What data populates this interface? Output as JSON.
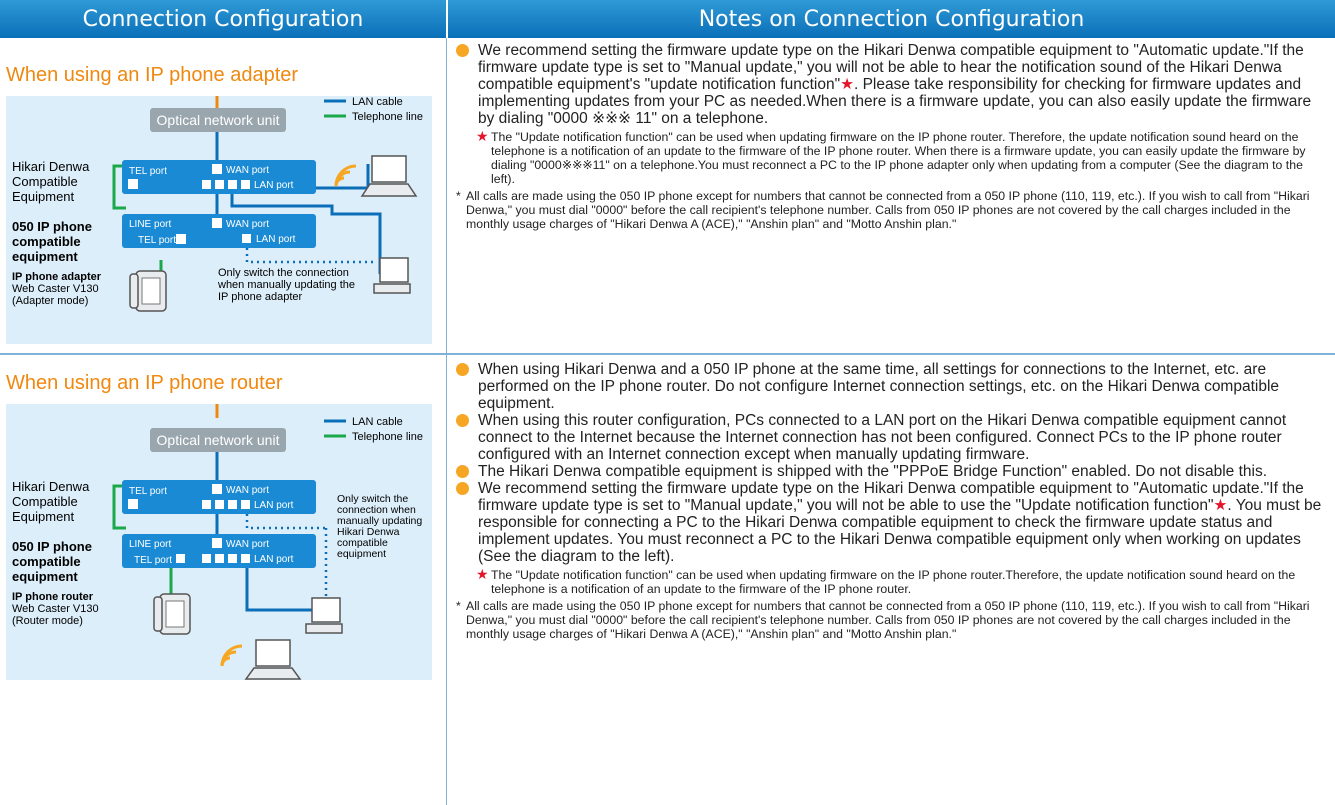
{
  "headers": {
    "left": "Connection Configuration",
    "right": "Notes on Connection Configuration"
  },
  "section1": {
    "title": "When using an IP phone adapter",
    "diagram": {
      "legend_lan": "LAN cable",
      "legend_tel": "Telephone line",
      "onu": "Optical network unit",
      "device1_label": [
        "Hikari Denwa",
        "Compatible",
        "Equipment"
      ],
      "device1_tel": "TEL port",
      "device1_wan": "WAN port",
      "device1_lan": "LAN port",
      "device2_label": [
        "050 IP phone",
        "compatible",
        "equipment"
      ],
      "device2_line": "LINE port",
      "device2_wan": "WAN port",
      "device2_tel": "TEL port",
      "device2_lan": "LAN port",
      "model_label": [
        "IP phone adapter",
        "Web Caster V130",
        "(Adapter mode)"
      ],
      "switch_note": [
        "Only switch the connection",
        "when manually updating the",
        "IP phone adapter"
      ]
    },
    "notes": [
      "We recommend setting the firmware update type on the Hikari Denwa compatible equipment to \"Automatic update.\"If the firmware update type is set to \"Manual update,\" you will not be able to hear the notification sound of the Hikari Denwa compatible equipment's \"update notification function\"",
      ". Please take responsibility for checking for firmware updates and implementing updates from your PC as needed.When there is a firmware update, you can also easily update the firmware by dialing \"0000 ※※※ 11\" on a telephone."
    ],
    "star_note": "The \"Update notification function\" can be used when updating firmware on the IP phone router. Therefore, the update notification sound heard on the telephone is a notification of an update to the firmware of the IP phone router. When there is a firmware update, you can easily update the firmware by dialing \"0000※※※11\" on a telephone.You must reconnect a PC to the IP phone adapter only when updating from a computer (See the diagram to the left).",
    "footnote": "All calls are made using the 050 IP phone except for numbers that cannot be connected from a 050 IP phone (110, 119, etc.). If you wish to call from \"Hikari Denwa,\" you must dial \"0000\" before the call recipient's telephone number. Calls from 050 IP phones are not covered by the call charges included in the monthly usage charges of \"Hikari Denwa A (ACE),\" \"Anshin plan\" and \"Motto Anshin plan.\""
  },
  "section2": {
    "title": "When using an IP phone router",
    "diagram": {
      "legend_lan": "LAN cable",
      "legend_tel": "Telephone line",
      "onu": "Optical network unit",
      "device1_label": [
        "Hikari Denwa",
        "Compatible",
        "Equipment"
      ],
      "device1_tel": "TEL port",
      "device1_wan": "WAN port",
      "device1_lan": "LAN port",
      "device2_label": [
        "050 IP phone",
        "compatible",
        "equipment"
      ],
      "device2_line": "LINE port",
      "device2_wan": "WAN port",
      "device2_tel": "TEL port",
      "device2_lan": "LAN port",
      "model_label": [
        "IP phone router",
        "Web Caster V130",
        "(Router mode)"
      ],
      "switch_note": [
        "Only switch the",
        "connection when",
        "manually updating",
        "Hikari Denwa",
        "compatible",
        "equipment"
      ]
    },
    "notes": [
      "When using Hikari Denwa and a 050 IP phone at the same time, all settings for connections to the Internet, etc. are performed on the IP phone router. Do not configure Internet connection settings, etc. on the Hikari Denwa compatible equipment.",
      "When using this router configuration, PCs connected to a LAN port on the Hikari Denwa compatible equipment cannot connect to the Internet because the Internet connection has not been configured. Connect PCs to the IP phone router configured with an Internet connection except when manually updating firmware.",
      "The Hikari Denwa compatible equipment is shipped with the \"PPPoE Bridge Function\" enabled. Do not disable this.",
      "We recommend setting the firmware update type on the Hikari Denwa compatible equipment to \"Automatic update.\"If the firmware update type is set to \"Manual update,\" you will not be able to use the \"Update notification function\"",
      ". You must be responsible for connecting a PC to the Hikari Denwa compatible equipment to check the firmware update status and implement updates. You must reconnect a PC to the Hikari Denwa compatible equipment only when working on updates (See the diagram to the left)."
    ],
    "star_note": "The \"Update notification function\" can be used when updating firmware on the IP phone router.Therefore, the update notification sound heard on the telephone is a notification of an update to the firmware of the IP phone router.",
    "footnote": "All calls are made using the 050 IP phone except for numbers that cannot be connected from a 050 IP phone (110, 119, etc.). If you wish to call from \"Hikari Denwa,\" you must dial \"0000\" before the call recipient's telephone number. Calls from 050 IP phones are not covered by the call charges included in the monthly usage charges of \"Hikari Denwa A (ACE),\" \"Anshin plan\" and \"Motto Anshin plan.\""
  }
}
